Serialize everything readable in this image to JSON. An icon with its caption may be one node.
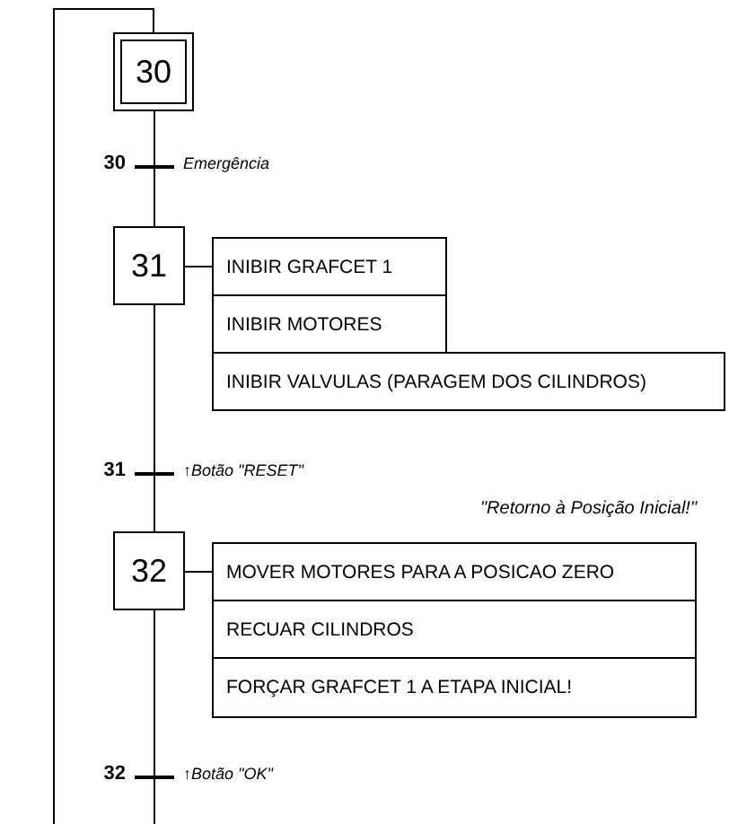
{
  "diagram": {
    "nodes": [
      {
        "text": [
          "30"
        ]
      },
      {
        "text": [],
        "shape": "bar",
        "beside": [
          "30",
          "Emergência"
        ]
      },
      {
        "text": [
          "31"
        ]
      },
      {
        "text": [
          "INIBIR GRAFCET 1"
        ]
      },
      {
        "text": [
          "INIBIR MOTORES"
        ]
      },
      {
        "text": [
          "INIBIR VALVULAS (PARAGEM DOS CILINDROS)"
        ]
      },
      {
        "text": [],
        "shape": "bar",
        "beside": [
          "31",
          "↑Botão \"RESET\""
        ]
      },
      {
        "text": [
          "32"
        ]
      },
      {
        "text": [
          "MOVER MOTORES PARA A POSICAO ZERO"
        ]
      },
      {
        "text": [
          "RECUAR CILINDROS"
        ]
      },
      {
        "text": [
          "FORÇAR GRAFCET 1 A ETAPA INICIAL!"
        ]
      },
      {
        "text": [],
        "shape": "bar",
        "beside": [
          "32",
          "↑Botão \"OK\""
        ]
      }
    ],
    "edges": [
      {
        "from": null,
        "to": 0,
        "arrow": "none"
      },
      {
        "from": 0,
        "to": 1,
        "arrow": "none"
      },
      {
        "from": 1,
        "to": 2,
        "arrow": "none"
      },
      {
        "from": 2,
        "to": 3,
        "arrow": "none"
      },
      {
        "from": 2,
        "to": 6,
        "arrow": "none"
      },
      {
        "from": 6,
        "to": 7,
        "arrow": "none"
      },
      {
        "from": 7,
        "to": 8,
        "arrow": "none"
      },
      {
        "from": 7,
        "to": 11,
        "arrow": "none"
      },
      {
        "from": 11,
        "to": null,
        "arrow": "none"
      }
    ],
    "labels": [
      "\"Retorno à Posição Inicial!\""
    ]
  }
}
